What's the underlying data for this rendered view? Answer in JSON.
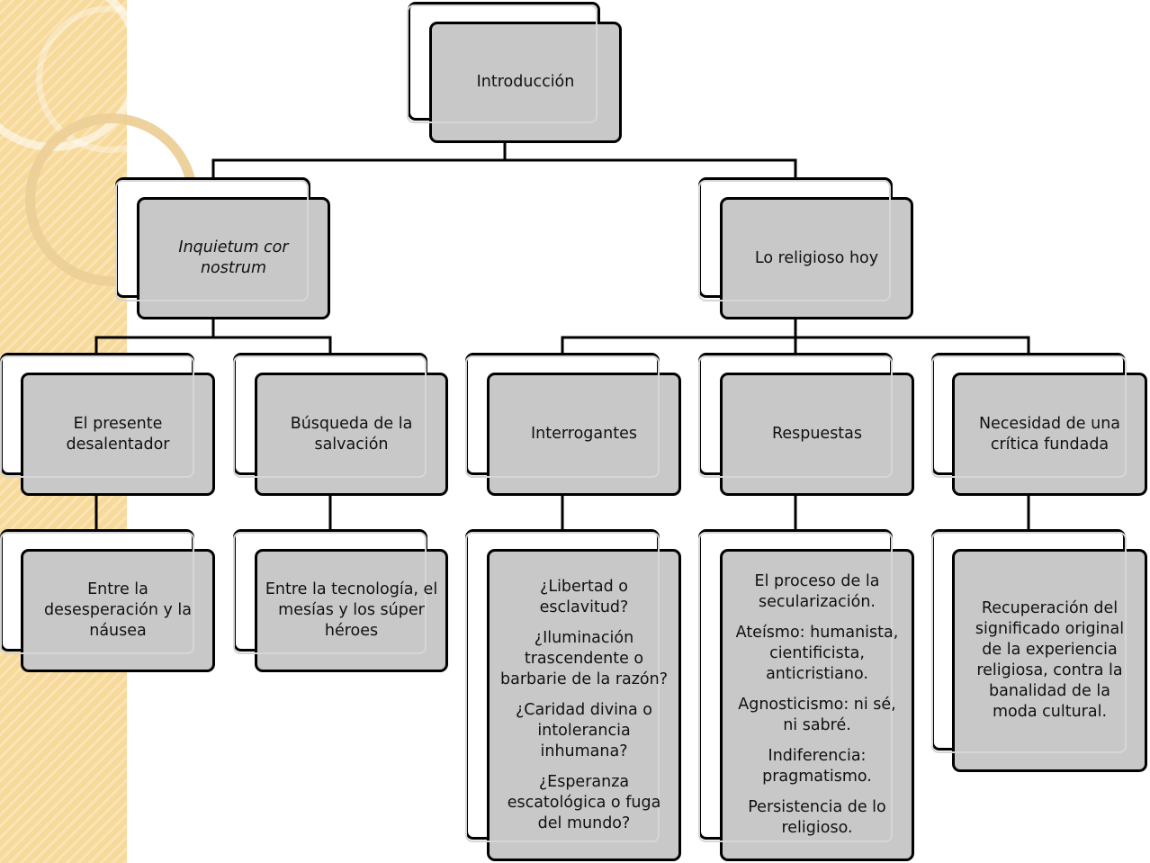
{
  "diagram": {
    "root": {
      "label": "Introducción"
    },
    "sections": [
      {
        "label": "Inquietum cor nostrum",
        "children": [
          {
            "label": "El presente desalentador",
            "detail": [
              "Entre la desesperación y  la náusea"
            ]
          },
          {
            "label": "Búsqueda de la salvación",
            "detail": [
              "Entre la tecnología, el mesías y los súper héroes"
            ]
          }
        ]
      },
      {
        "label": "Lo religioso hoy",
        "children": [
          {
            "label": "Interrogantes",
            "detail": [
              "¿Libertad o esclavitud?",
              "¿Iluminación trascendente o barbarie de la razón?",
              "¿Caridad divina o intolerancia inhumana?",
              "¿Esperanza escatológica o fuga del mundo?"
            ]
          },
          {
            "label": "Respuestas",
            "detail": [
              "El proceso de la secularización.",
              "Ateísmo: humanista, cientificista, anticristiano.",
              "Agnosticismo: ni sé, ni sabré.",
              "Indiferencia: pragmatismo.",
              "Persistencia de lo religioso."
            ]
          },
          {
            "label": "Necesidad de una crítica fundada",
            "detail": [
              "Recuperación del significado original de la experiencia religiosa, contra la banalidad de la moda cultural."
            ]
          }
        ]
      }
    ]
  },
  "colors": {
    "node_fill": "#c8c8c8",
    "border": "#000000",
    "side_strip": "#f7d99a"
  }
}
